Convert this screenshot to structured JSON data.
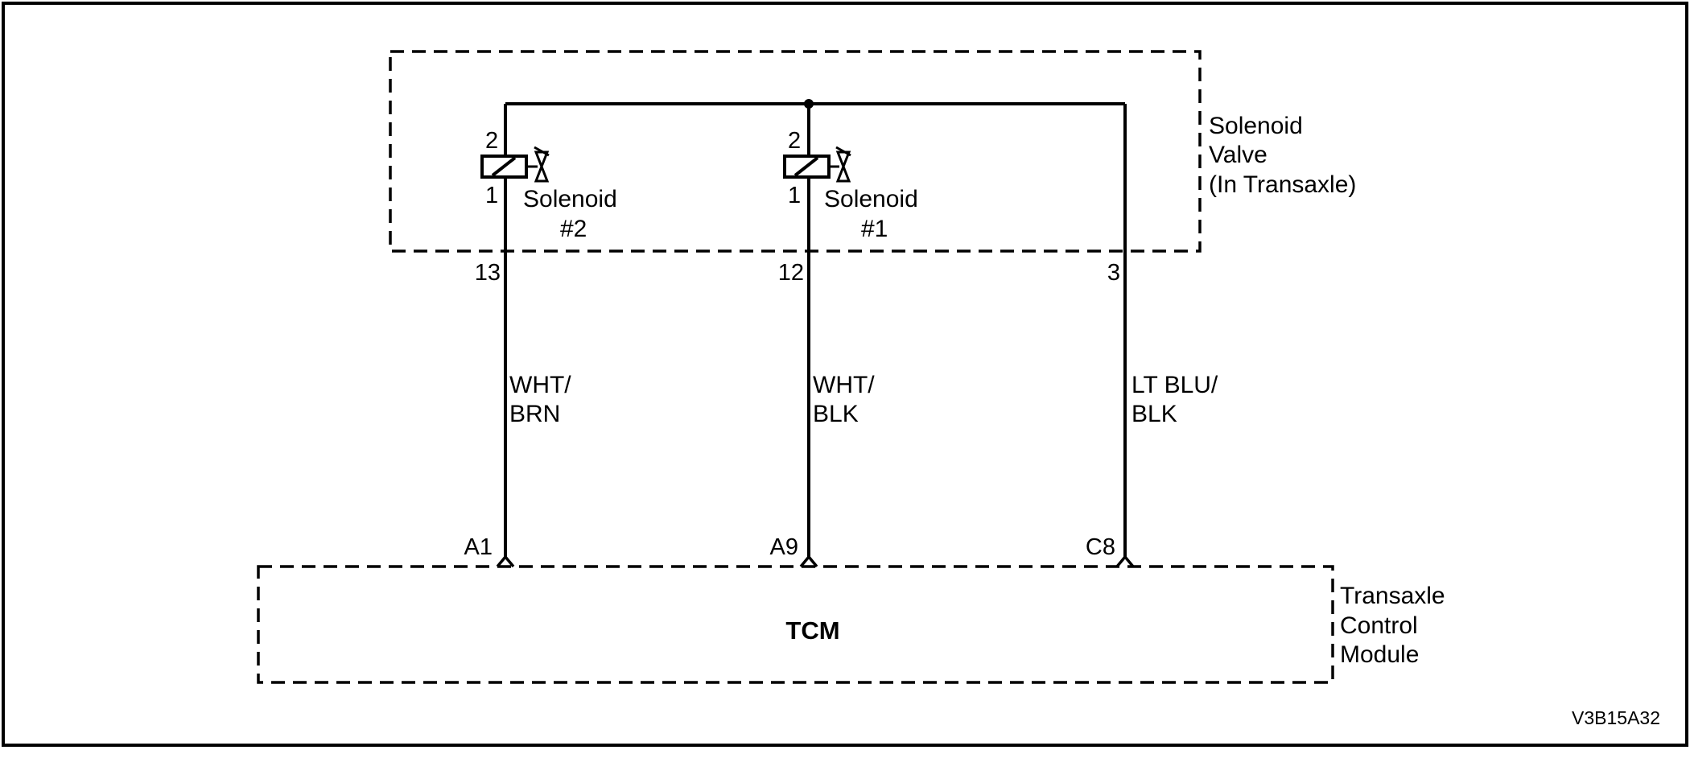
{
  "solenoid_valve": {
    "label_lines": [
      "Solenoid",
      "Valve",
      "(In Transaxle)"
    ]
  },
  "solenoids": [
    {
      "pin_top": "2",
      "pin_bottom": "1",
      "label_lines": [
        "Solenoid",
        "#2"
      ]
    },
    {
      "pin_top": "2",
      "pin_bottom": "1",
      "label_lines": [
        "Solenoid",
        "#1"
      ]
    }
  ],
  "connector_pins": [
    "13",
    "12",
    "3"
  ],
  "wire_colors": [
    [
      "WHT/",
      "BRN"
    ],
    [
      "WHT/",
      "BLK"
    ],
    [
      "LT BLU/",
      "BLK"
    ]
  ],
  "tcm_pins": [
    "A1",
    "A9",
    "C8"
  ],
  "tcm": {
    "name": "TCM",
    "label_lines": [
      "Transaxle",
      "Control",
      "Module"
    ]
  },
  "figure_id": "V3B15A32"
}
